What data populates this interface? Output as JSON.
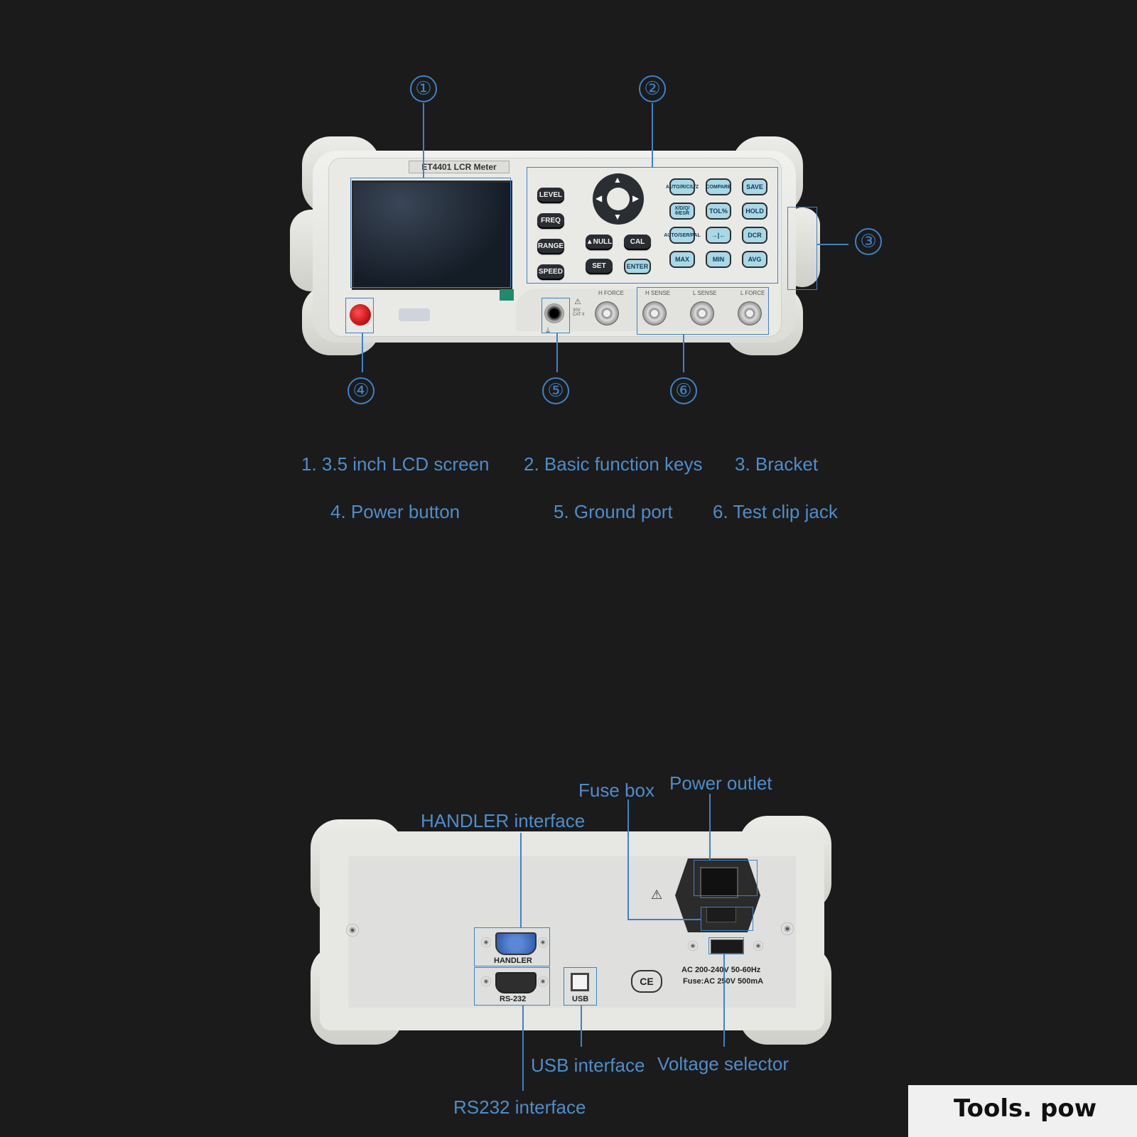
{
  "front": {
    "model_label": "ET4401 LCR Meter",
    "callouts": [
      "①",
      "②",
      "③",
      "④",
      "⑤",
      "⑥"
    ],
    "left_keys": [
      "LEVEL",
      "FREQ",
      "RANGE",
      "SPEED"
    ],
    "mid_keys": [
      "▲NULL",
      "CAL",
      "SET",
      "ENTER"
    ],
    "func_keys": [
      [
        "AUTO/R/C/L/Z",
        "COMPARE",
        "SAVE"
      ],
      [
        "X/D/Q/θ/ESR",
        "TOL%",
        "HOLD"
      ],
      [
        "AUTO/SER/PAL",
        "→|←",
        "DCR"
      ],
      [
        "MAX",
        "MIN",
        "AVG"
      ]
    ],
    "jack_labels": [
      "H FORCE",
      "H SENSE",
      "L SENSE",
      "L FORCE"
    ],
    "warning_text": "30V\nCAT II"
  },
  "legend": {
    "items": [
      "1. 3.5 inch LCD screen",
      "2. Basic function keys",
      "3. Bracket",
      "4. Power button",
      "5. Ground port",
      "6. Test clip jack"
    ]
  },
  "rear": {
    "labels": {
      "fuse_box": "Fuse box",
      "power_outlet": "Power outlet",
      "handler_interface": "HANDLER interface",
      "usb_interface": "USB interface",
      "voltage_selector": "Voltage selector",
      "rs232_interface": "RS232 interface"
    },
    "ports": {
      "handler": "HANDLER",
      "rs232": "RS-232",
      "usb": "USB"
    },
    "spec_line1": "AC 200-240V 50-60Hz",
    "spec_line2": "Fuse:AC 250V 500mA",
    "ce_mark": "CE"
  },
  "watermark": "Tools. pow"
}
